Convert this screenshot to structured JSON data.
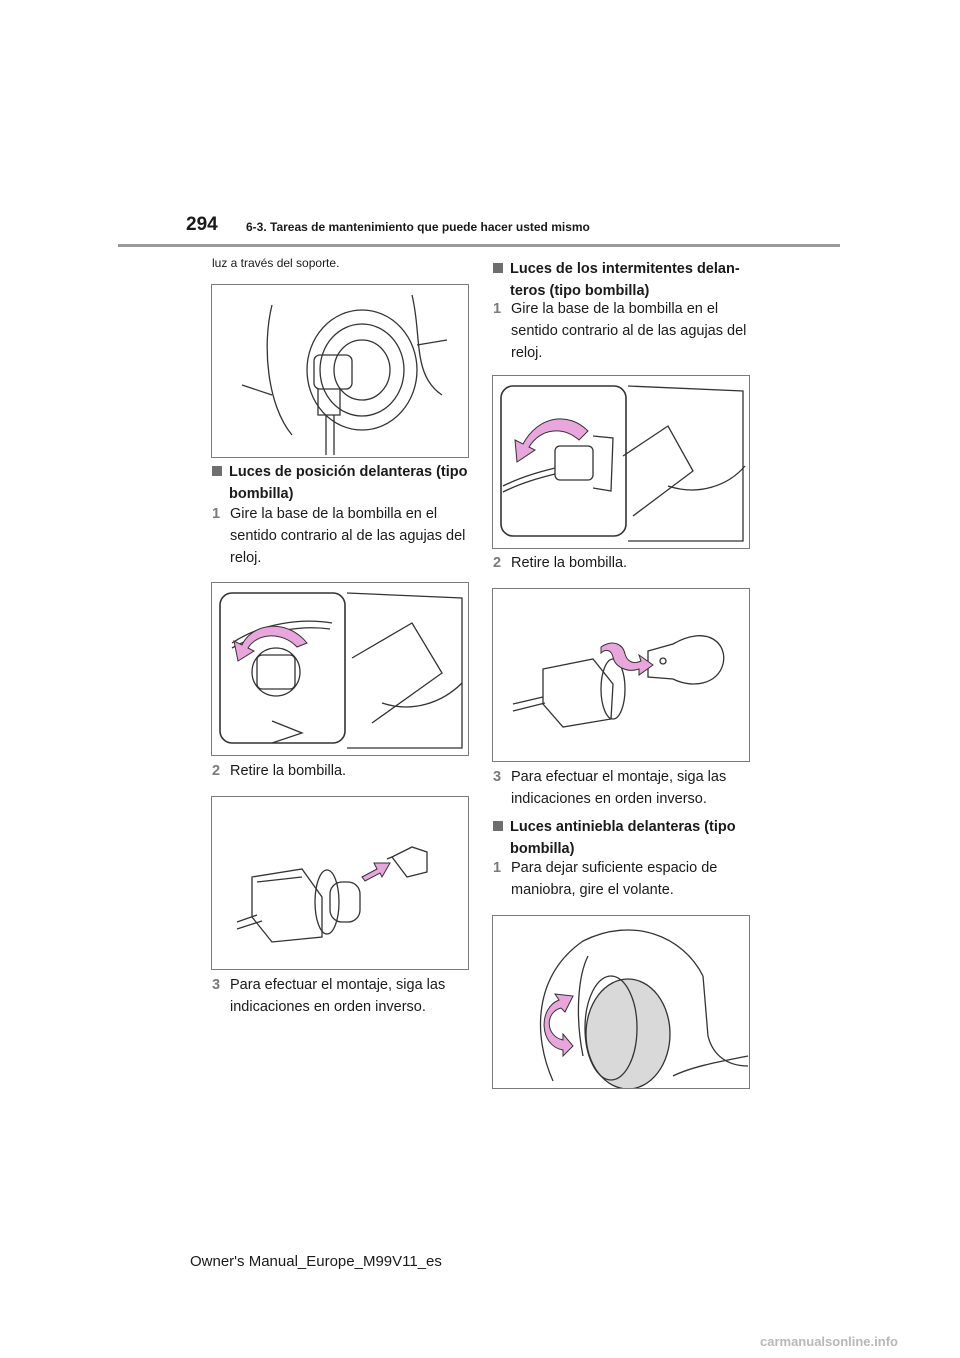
{
  "header": {
    "page_number": "294",
    "section_title": "6-3. Tareas de mantenimiento que puede hacer usted mismo"
  },
  "left_column": {
    "intro_text": "luz a través del soporte.",
    "position_lights": {
      "heading": "Luces de posición delanteras (tipo bombilla)",
      "steps": [
        {
          "num": "1",
          "text": "Gire la base de la bombilla en el sentido contrario al de las agujas del reloj."
        },
        {
          "num": "2",
          "text": "Retire la bombilla."
        },
        {
          "num": "3",
          "text": "Para efectuar el montaje, siga las indicaciones en orden inverso."
        }
      ]
    }
  },
  "right_column": {
    "turn_signals": {
      "heading": "Luces de los intermitentes delan- teros (tipo bombilla)",
      "steps": [
        {
          "num": "1",
          "text": "Gire la base de la bombilla en el sentido contrario al de las agujas del reloj."
        },
        {
          "num": "2",
          "text": "Retire la bombilla."
        },
        {
          "num": "3",
          "text": "Para efectuar el montaje, siga las indicaciones en orden inverso."
        }
      ]
    },
    "fog_lights": {
      "heading": "Luces antiniebla delanteras (tipo bombilla)",
      "steps": [
        {
          "num": "1",
          "text": "Para dejar suficiente espacio de maniobra, gire el volante."
        }
      ]
    }
  },
  "footer": {
    "manual_name": "Owner's Manual_Europe_M99V11_es"
  },
  "watermark": "carmanualsonline.info",
  "colors": {
    "arrow_pink": "#e9a6dc",
    "rule_gray": "#9a9a9a",
    "step_number_gray": "#7a7a7a"
  }
}
